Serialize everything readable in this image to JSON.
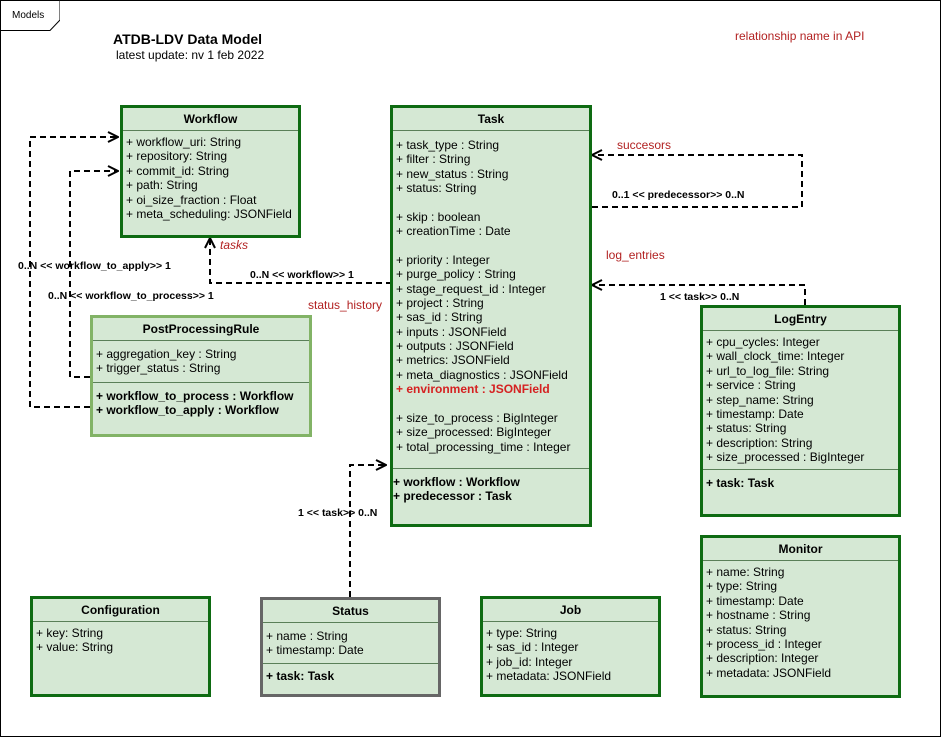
{
  "frame_tab": "Models",
  "title": "ATDB-LDV Data Model",
  "subtitle": "latest update: nv 1 feb 2022",
  "legend_note": "relationship name in API",
  "classes": {
    "workflow": {
      "name": "Workflow",
      "attributes": [
        "+ workflow_uri: String",
        "+ repository: String",
        "+ commit_id: String",
        "+ path: String",
        "+ oi_size_fraction : Float",
        "+ meta_scheduling: JSONField"
      ]
    },
    "task": {
      "name": "Task",
      "attributes": [
        "+ task_type : String",
        "+ filter : String",
        "+ new_status : String",
        "+ status: String",
        "",
        "+ skip : boolean",
        "+ creationTime : Date",
        "",
        "+ priority : Integer",
        "+ purge_policy : String",
        "+ stage_request_id : Integer",
        "+ project : String",
        "+ sas_id : String",
        "+ inputs : JSONField",
        "+ outputs : JSONField",
        "+ metrics: JSONField",
        "+ meta_diagnostics :  JSONField",
        "+ environment : JSONField",
        "",
        "+ size_to_process : BigInteger",
        "+ size_processed: BigInteger",
        "+ total_processing_time : Integer"
      ],
      "relations": [
        "+ workflow : Workflow",
        "+ predecessor : Task"
      ]
    },
    "postprocessing": {
      "name": "PostProcessingRule",
      "attributes": [
        "+ aggregation_key : String",
        "+ trigger_status : String"
      ],
      "relations": [
        "+ workflow_to_process : Workflow",
        "+ workflow_to_apply : Workflow"
      ]
    },
    "logentry": {
      "name": "LogEntry",
      "attributes": [
        "+ cpu_cycles: Integer",
        "+ wall_clock_time: Integer",
        "+ url_to_log_file: String",
        "+ service : String",
        "+ step_name: String",
        "+ timestamp: Date",
        "+ status: String",
        "+ description: String",
        "+ size_processed : BigInteger"
      ],
      "relations": [
        "+ task: Task"
      ]
    },
    "monitor": {
      "name": "Monitor",
      "attributes": [
        "+ name: String",
        "+ type: String",
        "+ timestamp: Date",
        "+ hostname : String",
        "+ status: String",
        "+ process_id : Integer",
        "+ description: Integer",
        "+ metadata: JSONField"
      ]
    },
    "configuration": {
      "name": "Configuration",
      "attributes": [
        "+ key: String",
        "+ value: String"
      ]
    },
    "status": {
      "name": "Status",
      "attributes": [
        "+ name : String",
        "+ timestamp: Date"
      ],
      "relations": [
        "+ task: Task"
      ]
    },
    "job": {
      "name": "Job",
      "attributes": [
        "+ type: String",
        "+ sas_id : Integer",
        "+ job_id: Integer",
        "+ metadata: JSONField"
      ]
    }
  },
  "connectors": {
    "succesors": "succesors",
    "predecessor": "0..1  << predecessor>>  0..N",
    "tasks": "tasks",
    "task_workflow": "0..N  << workflow>>  1",
    "workflow_to_apply": "0..N  << workflow_to_apply>>  1",
    "workflow_to_process": "0..N  << workflow_to_process>>  1",
    "status_history": "status_history",
    "log_entries": "log_entries",
    "log_task": "1  << task>>  0..N",
    "status_task": "1  << task>>  0..N"
  }
}
